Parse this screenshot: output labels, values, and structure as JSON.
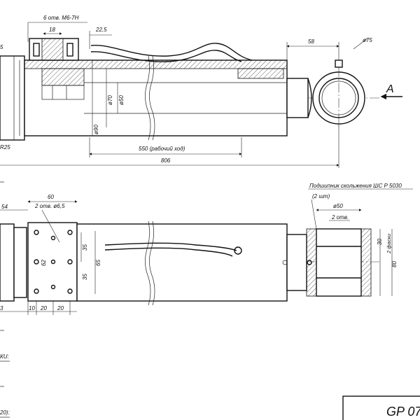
{
  "top_view": {
    "holes_note": "6 отв. М6-7Н",
    "dim_18": "18",
    "dim_22_5": "22,5",
    "dim_5": "5",
    "dim_58": "58",
    "dim_d75": "ø75",
    "dim_d70": "ø70",
    "dim_d50": "ø50",
    "dim_d90": "ø90",
    "dim_R25": "R25",
    "dim_stroke": "550 (рабочий ход)",
    "dim_806": "806",
    "view_label": "А"
  },
  "bottom_view": {
    "dim_60": "60",
    "dim_54": "54",
    "holes_note": "2 отв. ø6,5",
    "dim_35a": "35",
    "dim_62": "62",
    "dim_65": "65",
    "dim_35b": "35",
    "dim_3": "3",
    "dim_10": "10",
    "dim_20a": "20",
    "dim_20b": "20",
    "bearing_note": "Подшипник скольжения ШС Р 5030",
    "bearing_qty": "(2 шт)",
    "dim_d50": "ø50",
    "lube_note": "2 отв.",
    "dim_30": "30",
    "dim_2faski": "2 фаски",
    "dim_80": "80"
  },
  "left_fragments": {
    "frag_1": "КU:",
    "frag_2": "20):"
  },
  "title_block": {
    "code": "GP 07"
  }
}
